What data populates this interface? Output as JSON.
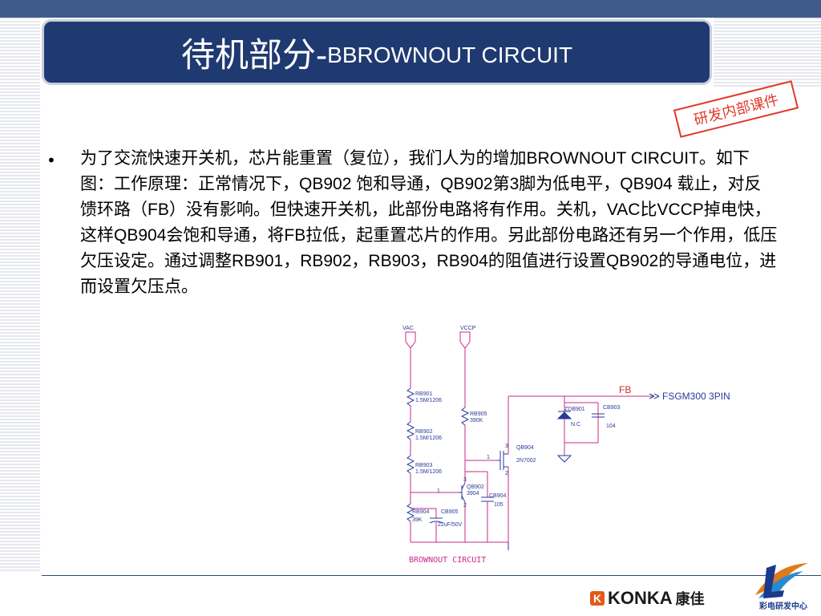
{
  "header": {
    "title_cn": "待机部分-",
    "title_en": "BBROWNOUT CIRCUIT"
  },
  "stamp": {
    "text": "研发内部课件"
  },
  "body": {
    "bullet": "•",
    "paragraph": "为了交流快速开关机，芯片能重置（复位），我们人为的增加BROWNOUT CIRCUIT。如下图：工作原理：正常情况下，QB902 饱和导通，QB902第3脚为低电平，QB904 载止，对反馈环路（FB）没有影响。但快速开关机，此部份电路将有作用。关机，VAC比VCCP掉电快，这样QB904会饱和导通，将FB拉低，起重置芯片的作用。另此部份电路还有另一个作用，低压欠压设定。通过调整RB901，RB902，RB903，RB904的阻值进行设置QB902的导通电位，进而设置欠压点。"
  },
  "schematic": {
    "vac": "VAC",
    "vccp": "VCCP",
    "fb": "FB",
    "fsgm": "FSGM300 3PIN",
    "rb901_name": "RB901",
    "rb901_val": "1.5M/1206",
    "rb902_name": "RB902",
    "rb902_val": "1.5M/1206",
    "rb903_name": "RB903",
    "rb903_val": "1.5M/1206",
    "rb904_name": "RB904",
    "rb904_val": "39K",
    "rb905_name": "RB905",
    "rb905_val": "390K",
    "zdb901_name": "ZDB901",
    "zdb901_val": "N.C",
    "cb903_name": "CB903",
    "cb903_val": "104",
    "qb904_name": "QB904",
    "qb904_val": "2N7002",
    "qb902_name": "QB902",
    "qb902_val": "3904",
    "cb904_name": "CB904",
    "cb904_val": "105",
    "cb905_name": "CB905",
    "cb905_val": "22uF/50V",
    "pin1": "1",
    "pin2": "2",
    "pin3": "3",
    "caption": "BROWNOUT CIRCUIT"
  },
  "footer": {
    "brand": "KONKA",
    "brand_cn": "康佳",
    "logo_text": "彩电研发中心"
  },
  "colors": {
    "title_bg": "#1f3a70",
    "stamp_red": "#e03a2a",
    "wire_magenta": "#cc2a8a",
    "component_blue": "#2a3a9a"
  }
}
